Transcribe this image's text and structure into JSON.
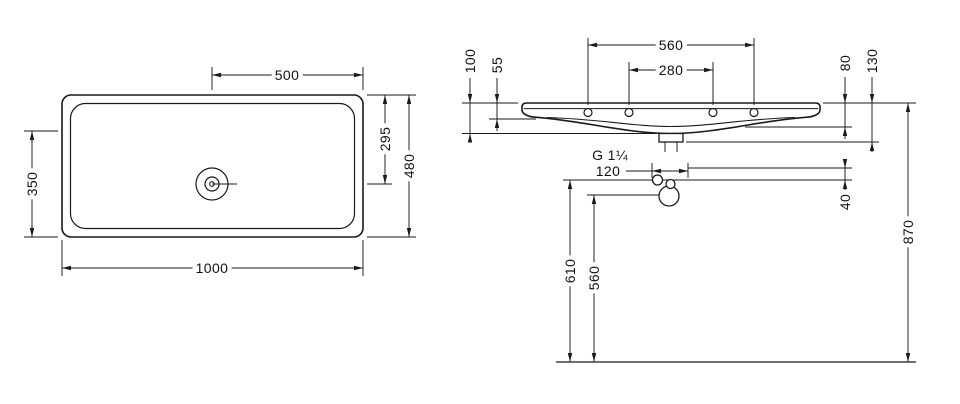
{
  "colors": {
    "line": "#1a1a1a",
    "background": "#ffffff"
  },
  "plan": {
    "dim_half_width": "500",
    "dim_overall_width": "1000",
    "dim_bowl_depth": "350",
    "dim_drain_from_rear": "295",
    "dim_overall_depth": "480"
  },
  "front": {
    "dim_fixing_holes_outer": "560",
    "dim_fixing_holes_inner": "280",
    "dim_left_outer": "100",
    "dim_left_inner": "55",
    "dim_right_inner": "80",
    "dim_right_outer": "130",
    "label_drain_thread": "G 1¼",
    "dim_trap_width": "120",
    "dim_trap_drop": "40",
    "dim_outlet_height_upper": "610",
    "dim_outlet_height_lower": "560",
    "dim_total_height": "870"
  }
}
